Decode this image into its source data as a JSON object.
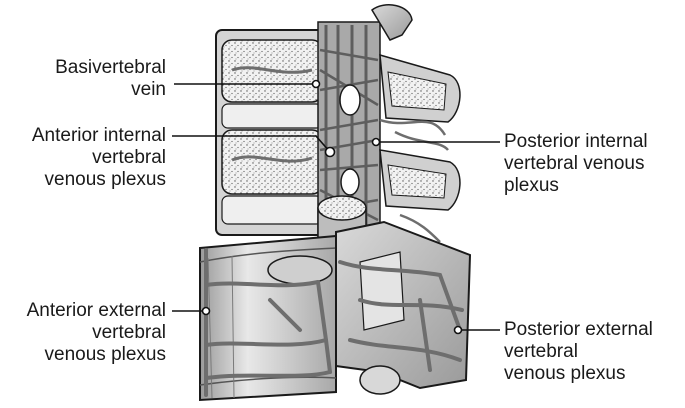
{
  "labels": {
    "basivertebral": {
      "lines": [
        "Basivertebral",
        "vein"
      ]
    },
    "anterior_internal": {
      "lines": [
        "Anterior internal",
        "vertebral",
        "venous plexus"
      ]
    },
    "posterior_internal": {
      "lines": [
        "Posterior internal",
        "vertebral venous",
        "plexus"
      ]
    },
    "anterior_external": {
      "lines": [
        "Anterior external",
        "vertebral",
        "venous plexus"
      ]
    },
    "posterior_external": {
      "lines": [
        "Posterior external",
        "vertebral",
        "venous plexus"
      ]
    }
  },
  "colors": {
    "bone_light": "#e6e6e6",
    "bone_mid": "#bdbdbd",
    "bone_dark": "#8c8c8c",
    "vein": "#7a7a7a",
    "outline": "#1a1a1a",
    "leader": "#111111"
  }
}
